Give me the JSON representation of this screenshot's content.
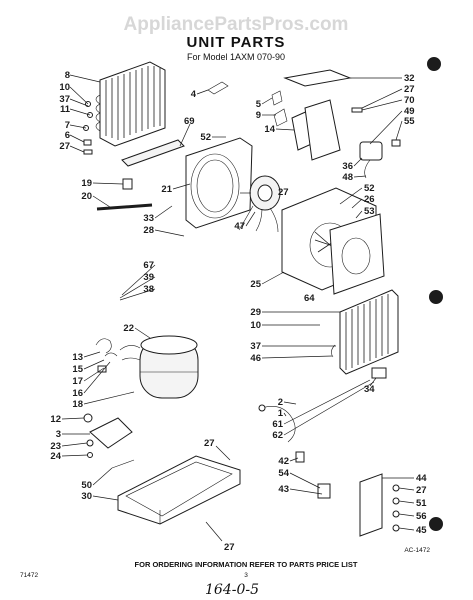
{
  "watermark": "AppliancePartsPros.com",
  "title": "UNIT PARTS",
  "subtitle": "For Model 1AXM 070-90",
  "footer_note": "FOR ORDERING INFORMATION REFER TO PARTS PRICE LIST",
  "drawing_code": "AC-1472",
  "print_code": "71472",
  "page_number": "3",
  "handwritten": "164-0-5",
  "callouts": {
    "c8": "8",
    "c10a": "10",
    "c37a": "37",
    "c11": "11",
    "c7": "7",
    "c6": "6",
    "c27a": "27",
    "c4": "4",
    "c5": "5",
    "c9": "9",
    "c69": "69",
    "c52a": "52",
    "c14": "14",
    "c32": "32",
    "c27b": "27",
    "c70": "70",
    "c49": "49",
    "c55": "55",
    "c36": "36",
    "c48": "48",
    "c27c": "27",
    "c52b": "52",
    "c26": "26",
    "c53": "53",
    "c19": "19",
    "c20": "20",
    "c21": "21",
    "c33": "33",
    "c28": "28",
    "c47": "47",
    "c67": "67",
    "c39": "39",
    "c38": "38",
    "c25": "25",
    "c64": "64",
    "c29": "29",
    "c10b": "10",
    "c22": "22",
    "c13": "13",
    "c15": "15",
    "c17": "17",
    "c16": "16",
    "c18": "18",
    "c37b": "37",
    "c46": "46",
    "c34": "34",
    "c2": "2",
    "c1": "1",
    "c61": "61",
    "c62": "62",
    "c12": "12",
    "c3": "3",
    "c23": "23",
    "c24": "24",
    "c27d": "27",
    "c42": "42",
    "c54": "54",
    "c43": "43",
    "c44": "44",
    "c27e": "27",
    "c51": "51",
    "c56": "56",
    "c45": "45",
    "c50": "50",
    "c30": "30",
    "c27f": "27"
  }
}
